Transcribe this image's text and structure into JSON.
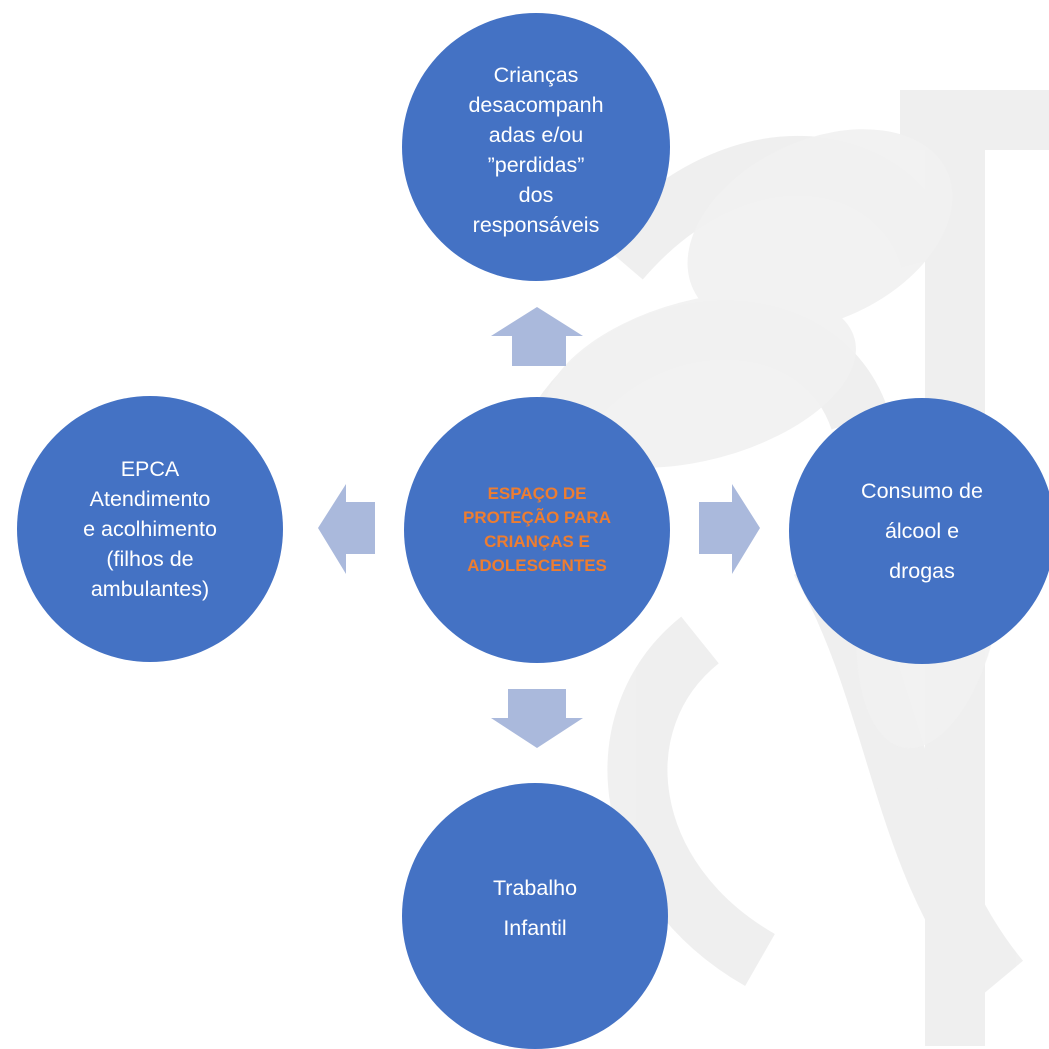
{
  "colors": {
    "node_fill": "#4472c4",
    "center_text": "#ed7d31",
    "outer_text": "#ffffff",
    "arrow_fill": "#aab9dc",
    "watermark": "#ececec"
  },
  "center": {
    "lines": [
      "ESPAÇO DE",
      "PROTEÇÃO PARA",
      "CRIANÇAS E",
      "ADOLESCENTES"
    ]
  },
  "nodes": {
    "top": {
      "lines": [
        "Crianças",
        "desacompanh",
        "adas  e/ou",
        "”perdidas”",
        "dos",
        "responsáveis"
      ]
    },
    "left": {
      "lines": [
        "EPCA",
        "Atendimento",
        "e acolhimento",
        "(filhos de",
        "ambulantes)"
      ]
    },
    "right": {
      "lines": [
        "Consumo de",
        "álcool e",
        "drogas"
      ]
    },
    "bottom": {
      "lines": [
        "Trabalho",
        "Infantil"
      ]
    }
  },
  "arrows": [
    "up",
    "left",
    "right",
    "down"
  ]
}
